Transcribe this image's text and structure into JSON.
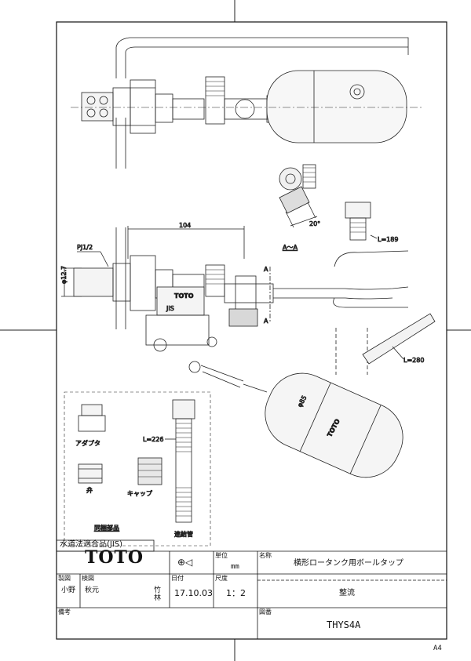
{
  "drawing": {
    "section_label": "A～A",
    "section_mark": "A",
    "angle_label": "20°",
    "dim_104": "104",
    "thread_label": "PJ1/2",
    "dia_label": "φ12.7",
    "len_189": "L=189",
    "len_280": "L=280",
    "len_226": "L=226",
    "float_dim": "φ85",
    "float_brand": "TOTO",
    "valve_brand": "TOTO",
    "jis_mark": "JIS"
  },
  "accessories": {
    "adapter": "アダプタ",
    "valve": "弁",
    "cap": "キャップ",
    "pipe": "連結管",
    "group_title": "同梱部品"
  },
  "title_block": {
    "standard": "水道法適合品(JIS)",
    "brand": "TOTO",
    "unit_label": "単位",
    "unit_value": "mm",
    "name_label": "名称",
    "name_value": "横形ロータンク用ボールタップ",
    "drawn_label": "製図",
    "checked_label": "検図",
    "drawn_by": "小野",
    "checked_by": "秋元",
    "approved_by": "竹林",
    "date_label": "日付",
    "date_value": "17.10.03",
    "scale_label": "尺度",
    "scale_value": "1：2",
    "model_type": "整流",
    "remarks_label": "備考",
    "drawing_no_label": "図番",
    "drawing_no": "THYS4A",
    "paper_size": "A4"
  }
}
